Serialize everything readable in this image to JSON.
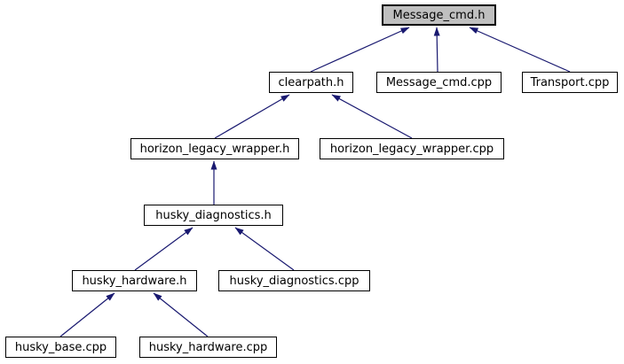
{
  "graph": {
    "type": "include-dependency-graph",
    "colors": {
      "edge": "#191970",
      "node_fill": "#ffffff",
      "node_border": "#000000",
      "highlighted_node_fill": "#bfbfbf",
      "background": "#ffffff",
      "text": "#000000"
    },
    "nodes": [
      {
        "id": "message-cmd-h",
        "label": "Message_cmd.h",
        "highlighted": true
      },
      {
        "id": "clearpath-h",
        "label": "clearpath.h",
        "highlighted": false
      },
      {
        "id": "message-cmd-cpp",
        "label": "Message_cmd.cpp",
        "highlighted": false
      },
      {
        "id": "transport-cpp",
        "label": "Transport.cpp",
        "highlighted": false
      },
      {
        "id": "horizon-legacy-wrapper-h",
        "label": "horizon_legacy_wrapper.h",
        "highlighted": false
      },
      {
        "id": "horizon-legacy-wrapper-cpp",
        "label": "horizon_legacy_wrapper.cpp",
        "highlighted": false
      },
      {
        "id": "husky-diagnostics-h",
        "label": "husky_diagnostics.h",
        "highlighted": false
      },
      {
        "id": "husky-hardware-h",
        "label": "husky_hardware.h",
        "highlighted": false
      },
      {
        "id": "husky-diagnostics-cpp",
        "label": "husky_diagnostics.cpp",
        "highlighted": false
      },
      {
        "id": "husky-base-cpp",
        "label": "husky_base.cpp",
        "highlighted": false
      },
      {
        "id": "husky-hardware-cpp",
        "label": "husky_hardware.cpp",
        "highlighted": false
      }
    ],
    "edges": [
      {
        "from": "clearpath.h",
        "to": "Message_cmd.h"
      },
      {
        "from": "Message_cmd.cpp",
        "to": "Message_cmd.h"
      },
      {
        "from": "Transport.cpp",
        "to": "Message_cmd.h"
      },
      {
        "from": "horizon_legacy_wrapper.h",
        "to": "clearpath.h"
      },
      {
        "from": "horizon_legacy_wrapper.cpp",
        "to": "clearpath.h"
      },
      {
        "from": "husky_diagnostics.h",
        "to": "horizon_legacy_wrapper.h"
      },
      {
        "from": "husky_hardware.h",
        "to": "husky_diagnostics.h"
      },
      {
        "from": "husky_diagnostics.cpp",
        "to": "husky_diagnostics.h"
      },
      {
        "from": "husky_base.cpp",
        "to": "husky_hardware.h"
      },
      {
        "from": "husky_hardware.cpp",
        "to": "husky_hardware.h"
      }
    ]
  }
}
